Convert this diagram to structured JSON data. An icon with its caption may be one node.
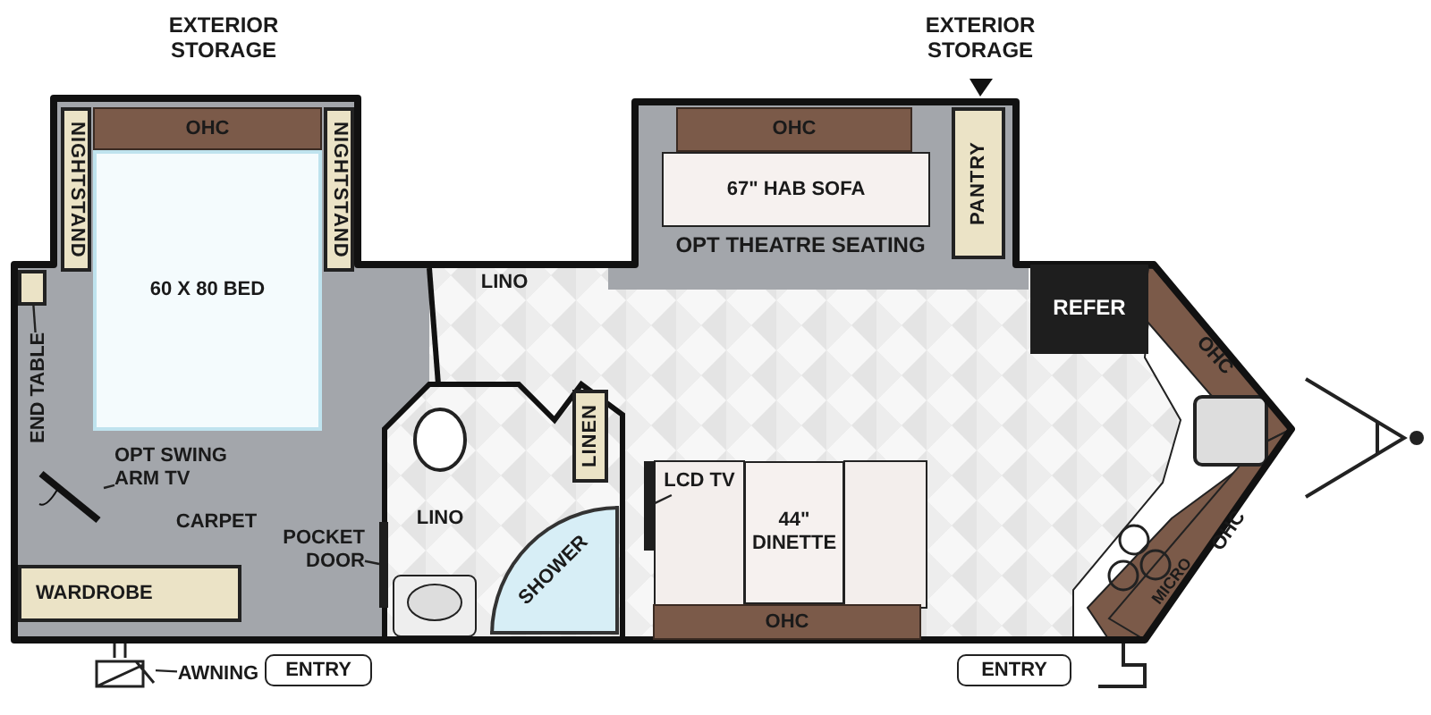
{
  "diagram": {
    "nodes": [
      {
        "text": [
          "OHC"
        ]
      },
      {
        "text": [
          "NIGHTSTAND"
        ]
      },
      {
        "text": [
          "NIGHTSTAND"
        ]
      },
      {
        "text": [
          "60 X 80 BED"
        ]
      },
      {
        "text": [
          "OHC"
        ]
      },
      {
        "text": [
          "67\" HAB SOFA"
        ]
      },
      {
        "text": [
          "PANTRY"
        ]
      },
      {
        "text": [
          "REFER"
        ]
      },
      {
        "text": [
          "OHC"
        ]
      },
      {
        "text": [
          "END TABLE"
        ]
      },
      {
        "text": [],
        "shape": "box"
      },
      {
        "text": [
          "OPT SWING ARM TV"
        ]
      },
      {
        "text": [],
        "shape": "bar"
      },
      {
        "text": [
          "LINEN"
        ]
      },
      {
        "text": [
          "SHOWER"
        ]
      },
      {
        "text": [
          "LCD TV"
        ]
      },
      {
        "text": [],
        "shape": "bar"
      },
      {
        "text": [
          "44\" DINETTE"
        ]
      },
      {
        "text": [
          "POCKET DOOR"
        ]
      },
      {
        "text": [],
        "shape": "bar"
      },
      {
        "text": [
          "OHC"
        ]
      },
      {
        "text": [
          "WARDROBE"
        ]
      },
      {
        "text": [
          "OHC"
        ]
      },
      {
        "text": [],
        "shape": "picture"
      },
      {
        "text": [
          "AWNING"
        ]
      },
      {
        "text": [
          "ENTRY"
        ]
      },
      {
        "text": [
          "ENTRY"
        ]
      }
    ],
    "edges": [
      {
        "from": 9,
        "to": 10,
        "arrow": "none"
      },
      {
        "from": 11,
        "to": 12,
        "arrow": "none"
      },
      {
        "from": 15,
        "to": 16,
        "arrow": "none"
      },
      {
        "from": 18,
        "to": 19,
        "arrow": "none"
      },
      {
        "from": 24,
        "to": 23,
        "arrow": "none"
      }
    ],
    "labels": [
      "EXTERIOR STORAGE",
      "EXTERIOR STORAGE",
      "LINO",
      "OPT THEATRE SEATING",
      "CARPET",
      "LINO",
      "MICRO"
    ]
  }
}
